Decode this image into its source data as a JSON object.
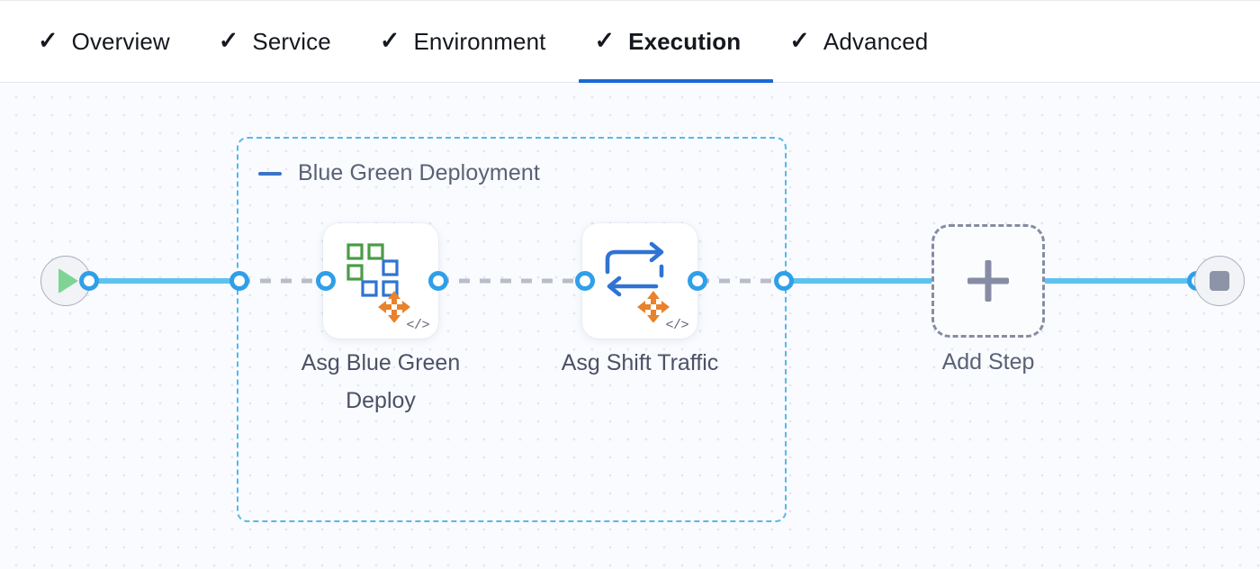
{
  "tabs": {
    "items": [
      {
        "id": "overview",
        "label": "Overview",
        "icon": "check-icon",
        "checked": true,
        "active": false
      },
      {
        "id": "service",
        "label": "Service",
        "icon": "check-icon",
        "checked": true,
        "active": false
      },
      {
        "id": "environment",
        "label": "Environment",
        "icon": "check-icon",
        "checked": true,
        "active": false
      },
      {
        "id": "execution",
        "label": "Execution",
        "icon": "check-icon",
        "checked": true,
        "active": true
      },
      {
        "id": "advanced",
        "label": "Advanced",
        "icon": "check-icon",
        "checked": true,
        "active": false
      }
    ],
    "check_glyph": "✓",
    "active_underline_color": "#1a69d4"
  },
  "canvas": {
    "background_color": "#f9fbff",
    "grid_dot_color": "#e3e6ef"
  },
  "pipeline": {
    "start_node": {
      "name": "start-node",
      "icon": "play-icon"
    },
    "end_node": {
      "name": "end-node",
      "icon": "stop-icon"
    },
    "group": {
      "title": "Blue Green Deployment",
      "collapse_icon": "minus-icon",
      "border_color": "#56b8ea",
      "steps": [
        {
          "id": "asg-blue-green-deploy",
          "label": "Asg Blue Green Deploy",
          "icon": "blue-green-squares-aws-icon",
          "badge": "</>"
        },
        {
          "id": "asg-shift-traffic",
          "label": "Asg Shift Traffic",
          "icon": "shift-traffic-arrows-aws-icon",
          "badge": "</>"
        }
      ]
    },
    "add_step": {
      "label": "Add Step",
      "icon": "plus-icon"
    }
  }
}
